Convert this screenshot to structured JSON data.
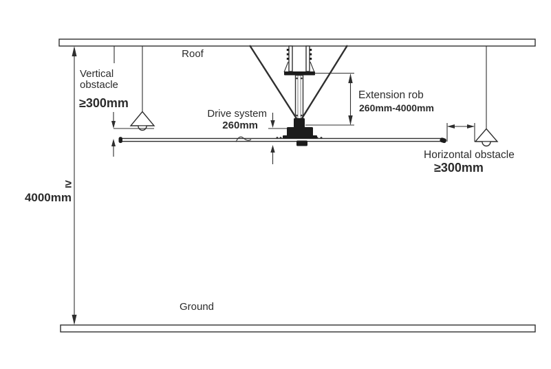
{
  "labels": {
    "roof": "Roof",
    "ground": "Ground"
  },
  "dimensions": {
    "ceiling_height": {
      "value": "≥ 4000mm"
    },
    "vertical_obstacle": {
      "name": "Vertical\nobstacle",
      "value": "≥300mm"
    },
    "drive_system": {
      "name": "Drive system",
      "value": "260mm"
    },
    "extension_rod": {
      "name": "Extension rob",
      "value": "260mm-4000mm"
    },
    "horizontal_obstacle": {
      "name": "Horizontal obstacle",
      "value": "≥300mm"
    }
  },
  "colors": {
    "line-color": "#2f2f2f",
    "dark-fill": "#1c1c1c",
    "text-color": "#2b2b2b",
    "bg": "#ffffff"
  }
}
